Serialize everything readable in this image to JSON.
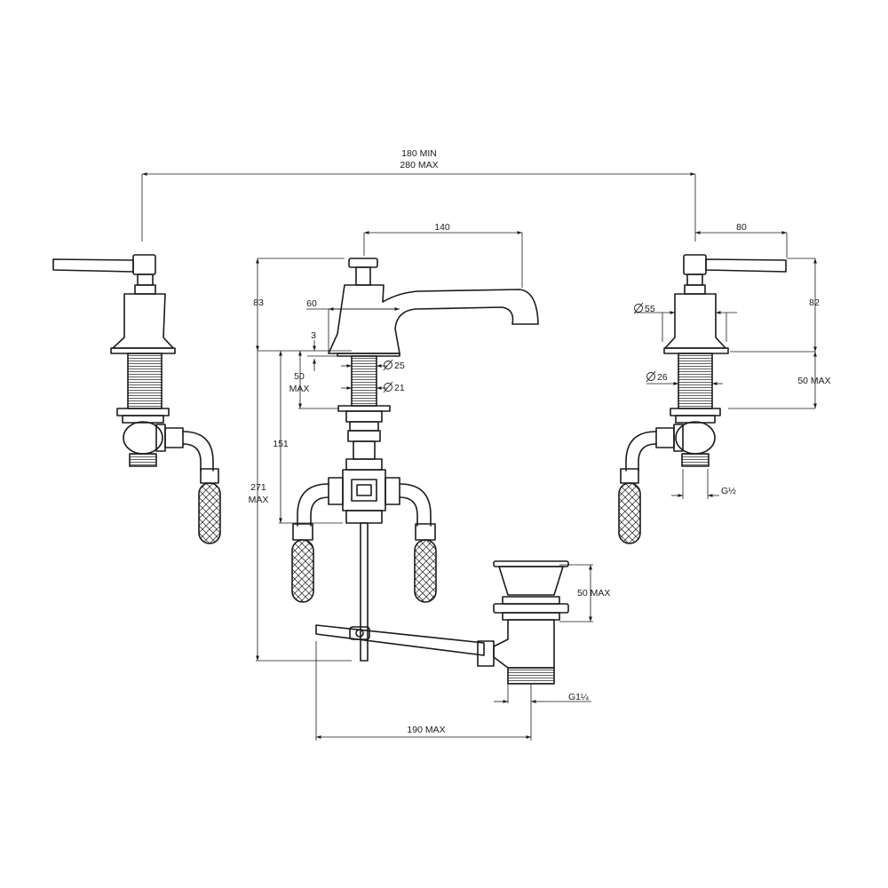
{
  "dimensions": {
    "spacing_min": "180 MIN",
    "spacing_max": "280 MAX",
    "spout_reach": "140",
    "handle_reach": "80",
    "spout_height": "83",
    "handle_height": "82",
    "spout_base_width": "60",
    "gap": "3",
    "thickness_max_left_1": "50",
    "thickness_max_left_2": "MAX",
    "thickness_max_right": "50 MAX",
    "dia_spout_shank": "25",
    "dia_spout_nut": "21",
    "dia_handle_base": "55",
    "dia_handle_shank": "26",
    "height_151": "151",
    "overall_271": "271",
    "overall_max": "MAX",
    "thread_half": "G½",
    "waste_height_max": "50 MAX",
    "waste_thread": "G1¼",
    "rod_max": "190 MAX"
  }
}
